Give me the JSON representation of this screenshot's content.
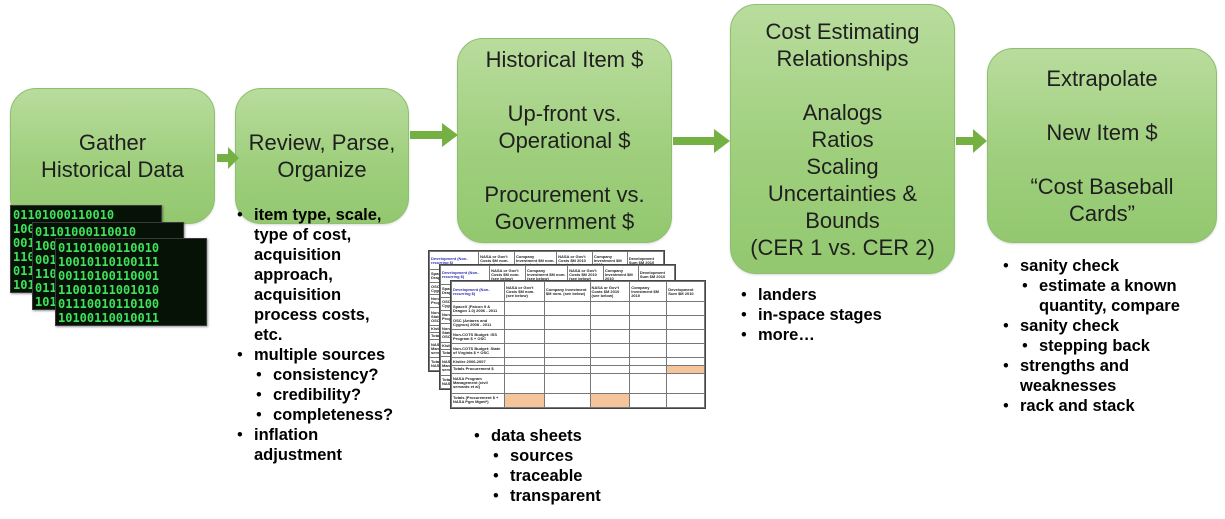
{
  "colors": {
    "box_fill_top": "#b9dc9d",
    "box_fill_bottom": "#93c86f",
    "box_border": "#8fbf6e",
    "arrow": "#75b043",
    "binary_green": "#3fe25a",
    "sheet_title": "#2f2fae",
    "sheet_highlight": "#f4c59a"
  },
  "steps": [
    {
      "lines": [
        "Gather",
        "Historical Data"
      ]
    },
    {
      "lines": [
        "Review, Parse,",
        "Organize"
      ]
    },
    {
      "lines": [
        "Historical Item $",
        "",
        "Up-front vs.",
        "Operational $",
        "",
        "Procurement vs.",
        "Government $"
      ]
    },
    {
      "lines": [
        "Cost Estimating",
        "Relationships",
        "",
        "Analogs",
        "Ratios",
        "Scaling",
        "Uncertainties &",
        "Bounds",
        "(CER 1 vs. CER 2)"
      ]
    },
    {
      "lines": [
        "Extrapolate",
        "",
        "New Item $",
        "",
        "“Cost Baseball",
        "Cards”"
      ]
    }
  ],
  "bullets": {
    "review": [
      {
        "text": "item type, scale, type of cost, acquisition approach, acquisition process costs, etc.",
        "lines": [
          "item type, scale,",
          "type of cost,",
          "acquisition",
          "approach,",
          "acquisition",
          "process costs,",
          "etc."
        ],
        "level": 1
      },
      {
        "text": "multiple sources",
        "level": 1
      },
      {
        "text": "consistency?",
        "level": 2
      },
      {
        "text": "credibility?",
        "level": 2
      },
      {
        "text": "completeness?",
        "level": 2
      },
      {
        "text": "inflation adjustment",
        "lines": [
          "inflation",
          "adjustment"
        ],
        "level": 1
      }
    ],
    "historical": [
      {
        "text": "data sheets",
        "level": 1
      },
      {
        "text": "sources",
        "level": 2
      },
      {
        "text": "traceable",
        "level": 2
      },
      {
        "text": "transparent",
        "level": 2
      }
    ],
    "cer": [
      {
        "text": "landers",
        "level": 1
      },
      {
        "text": "in-space stages",
        "level": 1
      },
      {
        "text": "more…",
        "level": 1
      }
    ],
    "extrapolate": [
      {
        "text": "sanity check",
        "level": 1
      },
      {
        "text": "estimate a known quantity, compare",
        "lines": [
          "estimate a known",
          "quantity, compare"
        ],
        "level": 2
      },
      {
        "text": "sanity check",
        "level": 1
      },
      {
        "text": "stepping back",
        "level": 2
      },
      {
        "text": "strengths and weaknesses",
        "lines": [
          "strengths and",
          "weaknesses"
        ],
        "level": 1
      },
      {
        "text": "rack and stack",
        "level": 1
      }
    ]
  },
  "binary_image": {
    "rows": [
      "01101000110010",
      "10010110100111",
      "00110100110001",
      "11001011001010",
      "01110010110100",
      "10100110010011"
    ]
  },
  "spreadsheet": {
    "title": "Development (Non-recurring $)",
    "columns": [
      "Development (Non-recurring $)",
      "NASA or Gov't Costs $M nom. (see below)",
      "Company Investment $M nom. (see below)",
      "NASA or Gov't Costs $M 2010 (see below)",
      "Company Investment $M 2010",
      "Development Sum $M 2010"
    ],
    "rows": [
      [
        "SpaceX (Falcon 9 & Dragon 1.0) 2006 - 2011",
        "",
        "",
        "",
        "",
        ""
      ],
      [
        "OSC (Antares and Cygnus) 2008 - 2011",
        "",
        "",
        "",
        "",
        ""
      ],
      [
        "Non-COTS Budget: ISS Program $ + OSC",
        "",
        "",
        "",
        "",
        ""
      ],
      [
        "Non-COTS Budget: State of Virginia $ + OSC",
        "",
        "",
        "",
        "",
        ""
      ],
      [
        "Kistler 2006-2007",
        "",
        "",
        "",
        "",
        ""
      ],
      [
        "Totals Procurement $",
        "",
        "",
        "",
        "",
        ""
      ],
      [
        "NASA Program Management (civil servants et al)",
        "",
        "",
        "",
        "",
        ""
      ],
      [
        "Totals (Procurement $ + NASA Pgm Mgmt*)",
        "",
        "",
        "",
        "",
        ""
      ]
    ]
  }
}
